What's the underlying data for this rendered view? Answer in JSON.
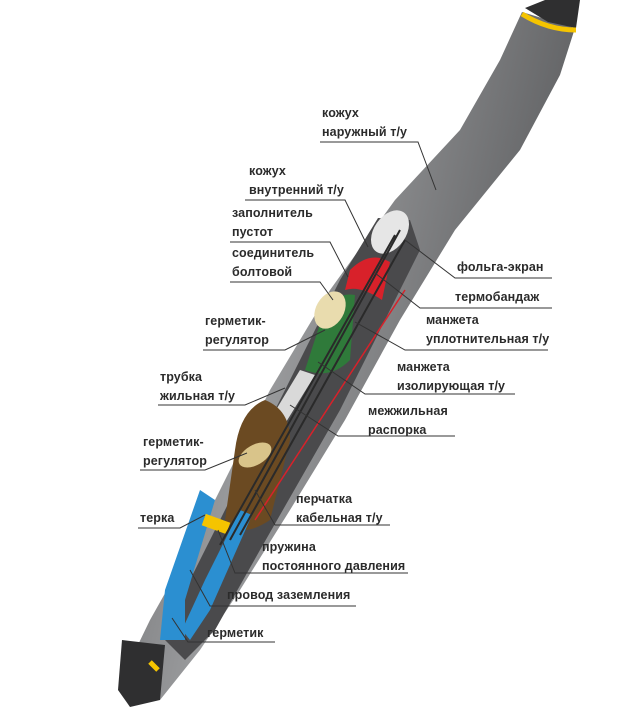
{
  "labels": {
    "outer_casing": [
      "кожух",
      "наружный т/у"
    ],
    "inner_casing": [
      "кожух",
      "внутренний т/у"
    ],
    "void_filler": [
      "заполнитель",
      "пустот"
    ],
    "bolt_connector": [
      "соединитель",
      "болтовой"
    ],
    "foil_screen": "фольга-экран",
    "heat_band": "термобандаж",
    "sealing_cuff": [
      "манжета",
      "уплотнительная т/у"
    ],
    "sealant_regulator_1": [
      "герметик-",
      "регулятор"
    ],
    "insulating_cuff": [
      "манжета",
      "изолирующая т/у"
    ],
    "core_tube": [
      "трубка",
      "жильная т/у"
    ],
    "core_spacer": [
      "межжильная",
      "распорка"
    ],
    "sealant_regulator_2": [
      "герметик-",
      "регулятор"
    ],
    "cable_glove": [
      "перчатка",
      "кабельная т/у"
    ],
    "grater": "терка",
    "pressure_spring": [
      "пружина",
      "постоянного давления"
    ],
    "ground_wire": "провод заземления",
    "sealant": "герметик"
  },
  "colors": {
    "casing": "#7b7c7e",
    "foil": "#e6e6e6",
    "heat_band": "#d8212a",
    "cuff": "#2f7a3a",
    "glove": "#6b4a22",
    "sealant": "#2b8fd1",
    "band": "#f5c400"
  }
}
